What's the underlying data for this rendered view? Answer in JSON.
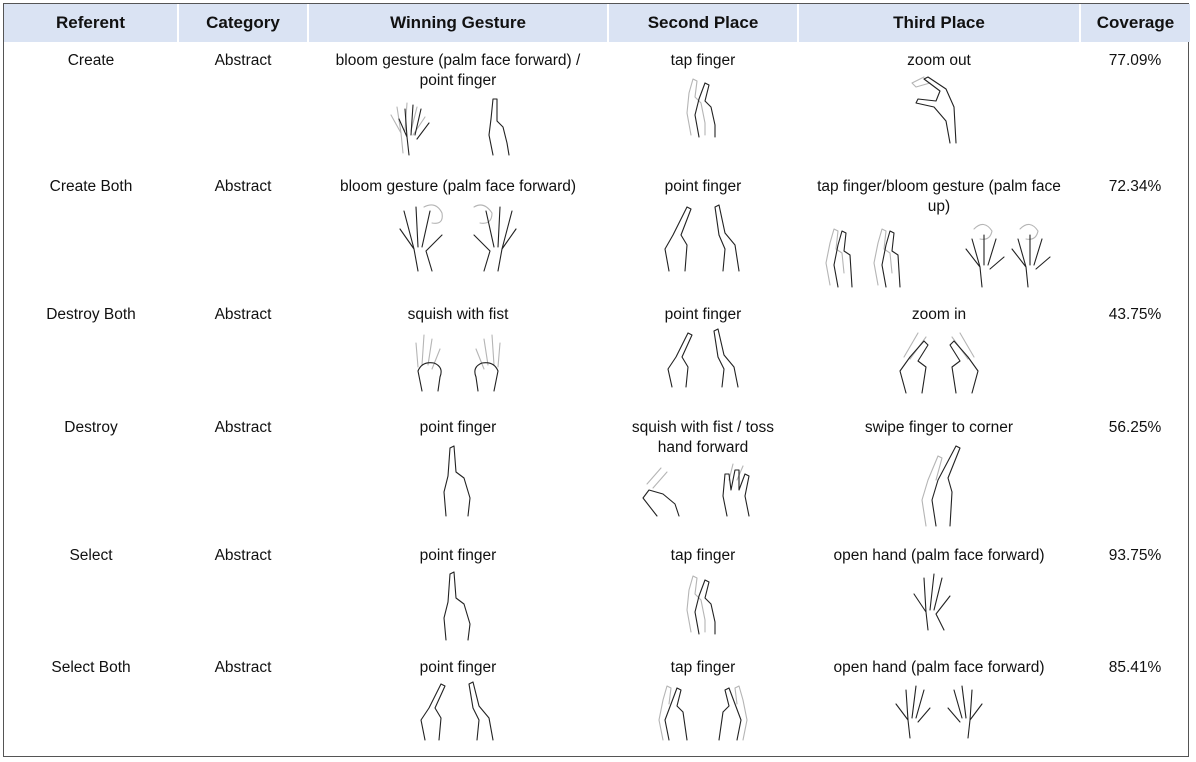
{
  "columns": [
    "Referent",
    "Category",
    "Winning Gesture",
    "Second Place",
    "Third Place",
    "Coverage"
  ],
  "rows": [
    {
      "referent": "Create",
      "category": "Abstract",
      "winning": "bloom gesture (palm face forward) / point finger",
      "second": "tap finger",
      "third": "zoom out",
      "coverage": "77.09%"
    },
    {
      "referent": "Create Both",
      "category": "Abstract",
      "winning": "bloom gesture (palm face forward)",
      "second": "point finger",
      "third": "tap finger/bloom gesture (palm face up)",
      "coverage": "72.34%"
    },
    {
      "referent": "Destroy Both",
      "category": "Abstract",
      "winning": "squish with fist",
      "second": "point finger",
      "third": "zoom in",
      "coverage": "43.75%"
    },
    {
      "referent": "Destroy",
      "category": "Abstract",
      "winning": "point finger",
      "second": "squish with fist / toss hand forward",
      "third": "swipe finger to corner",
      "coverage": "56.25%"
    },
    {
      "referent": "Select",
      "category": "Abstract",
      "winning": "point finger",
      "second": "tap finger",
      "third": "open hand (palm face forward)",
      "coverage": "93.75%"
    },
    {
      "referent": "Select Both",
      "category": "Abstract",
      "winning": "point finger",
      "second": "tap finger",
      "third": "open hand (palm face forward)",
      "coverage": "85.41%"
    }
  ],
  "icons": {
    "point": "pointing-hand-icon",
    "tap": "tapping-hand-icon",
    "bloom": "bloom-hand-icon",
    "fist": "fist-hand-icon",
    "open": "open-hand-icon",
    "zoom": "zoom-hand-icon",
    "toss": "toss-hand-icon"
  }
}
